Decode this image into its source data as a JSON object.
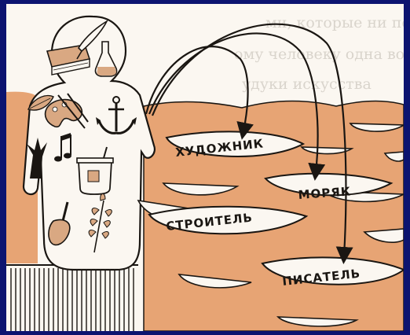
{
  "illustration": {
    "boats": [
      {
        "id": "boat-1",
        "label": "ХУДОЖНИК"
      },
      {
        "id": "boat-2",
        "label": "МОРЯК"
      },
      {
        "id": "boat-3",
        "label": "СТРОИТЕЛЬ"
      },
      {
        "id": "boat-4",
        "label": "ПИСАТЕЛЬ"
      }
    ],
    "bleed_text": [
      "ми, которые ни по духу, поту",
      "ому человеку одна возможность",
      "удуки искусства"
    ],
    "colors": {
      "border": "#0c1470",
      "sea": "#e7a474",
      "paper": "#fbf7f1",
      "ink": "#1a1612"
    },
    "icons": [
      "book-icon",
      "quill-icon",
      "flask-icon",
      "leaf-icon",
      "palette-icon",
      "brushes-icon",
      "anchor-icon",
      "music-note-icon",
      "tree-icon",
      "pot-icon",
      "trowel-icon",
      "wheat-icon"
    ]
  }
}
